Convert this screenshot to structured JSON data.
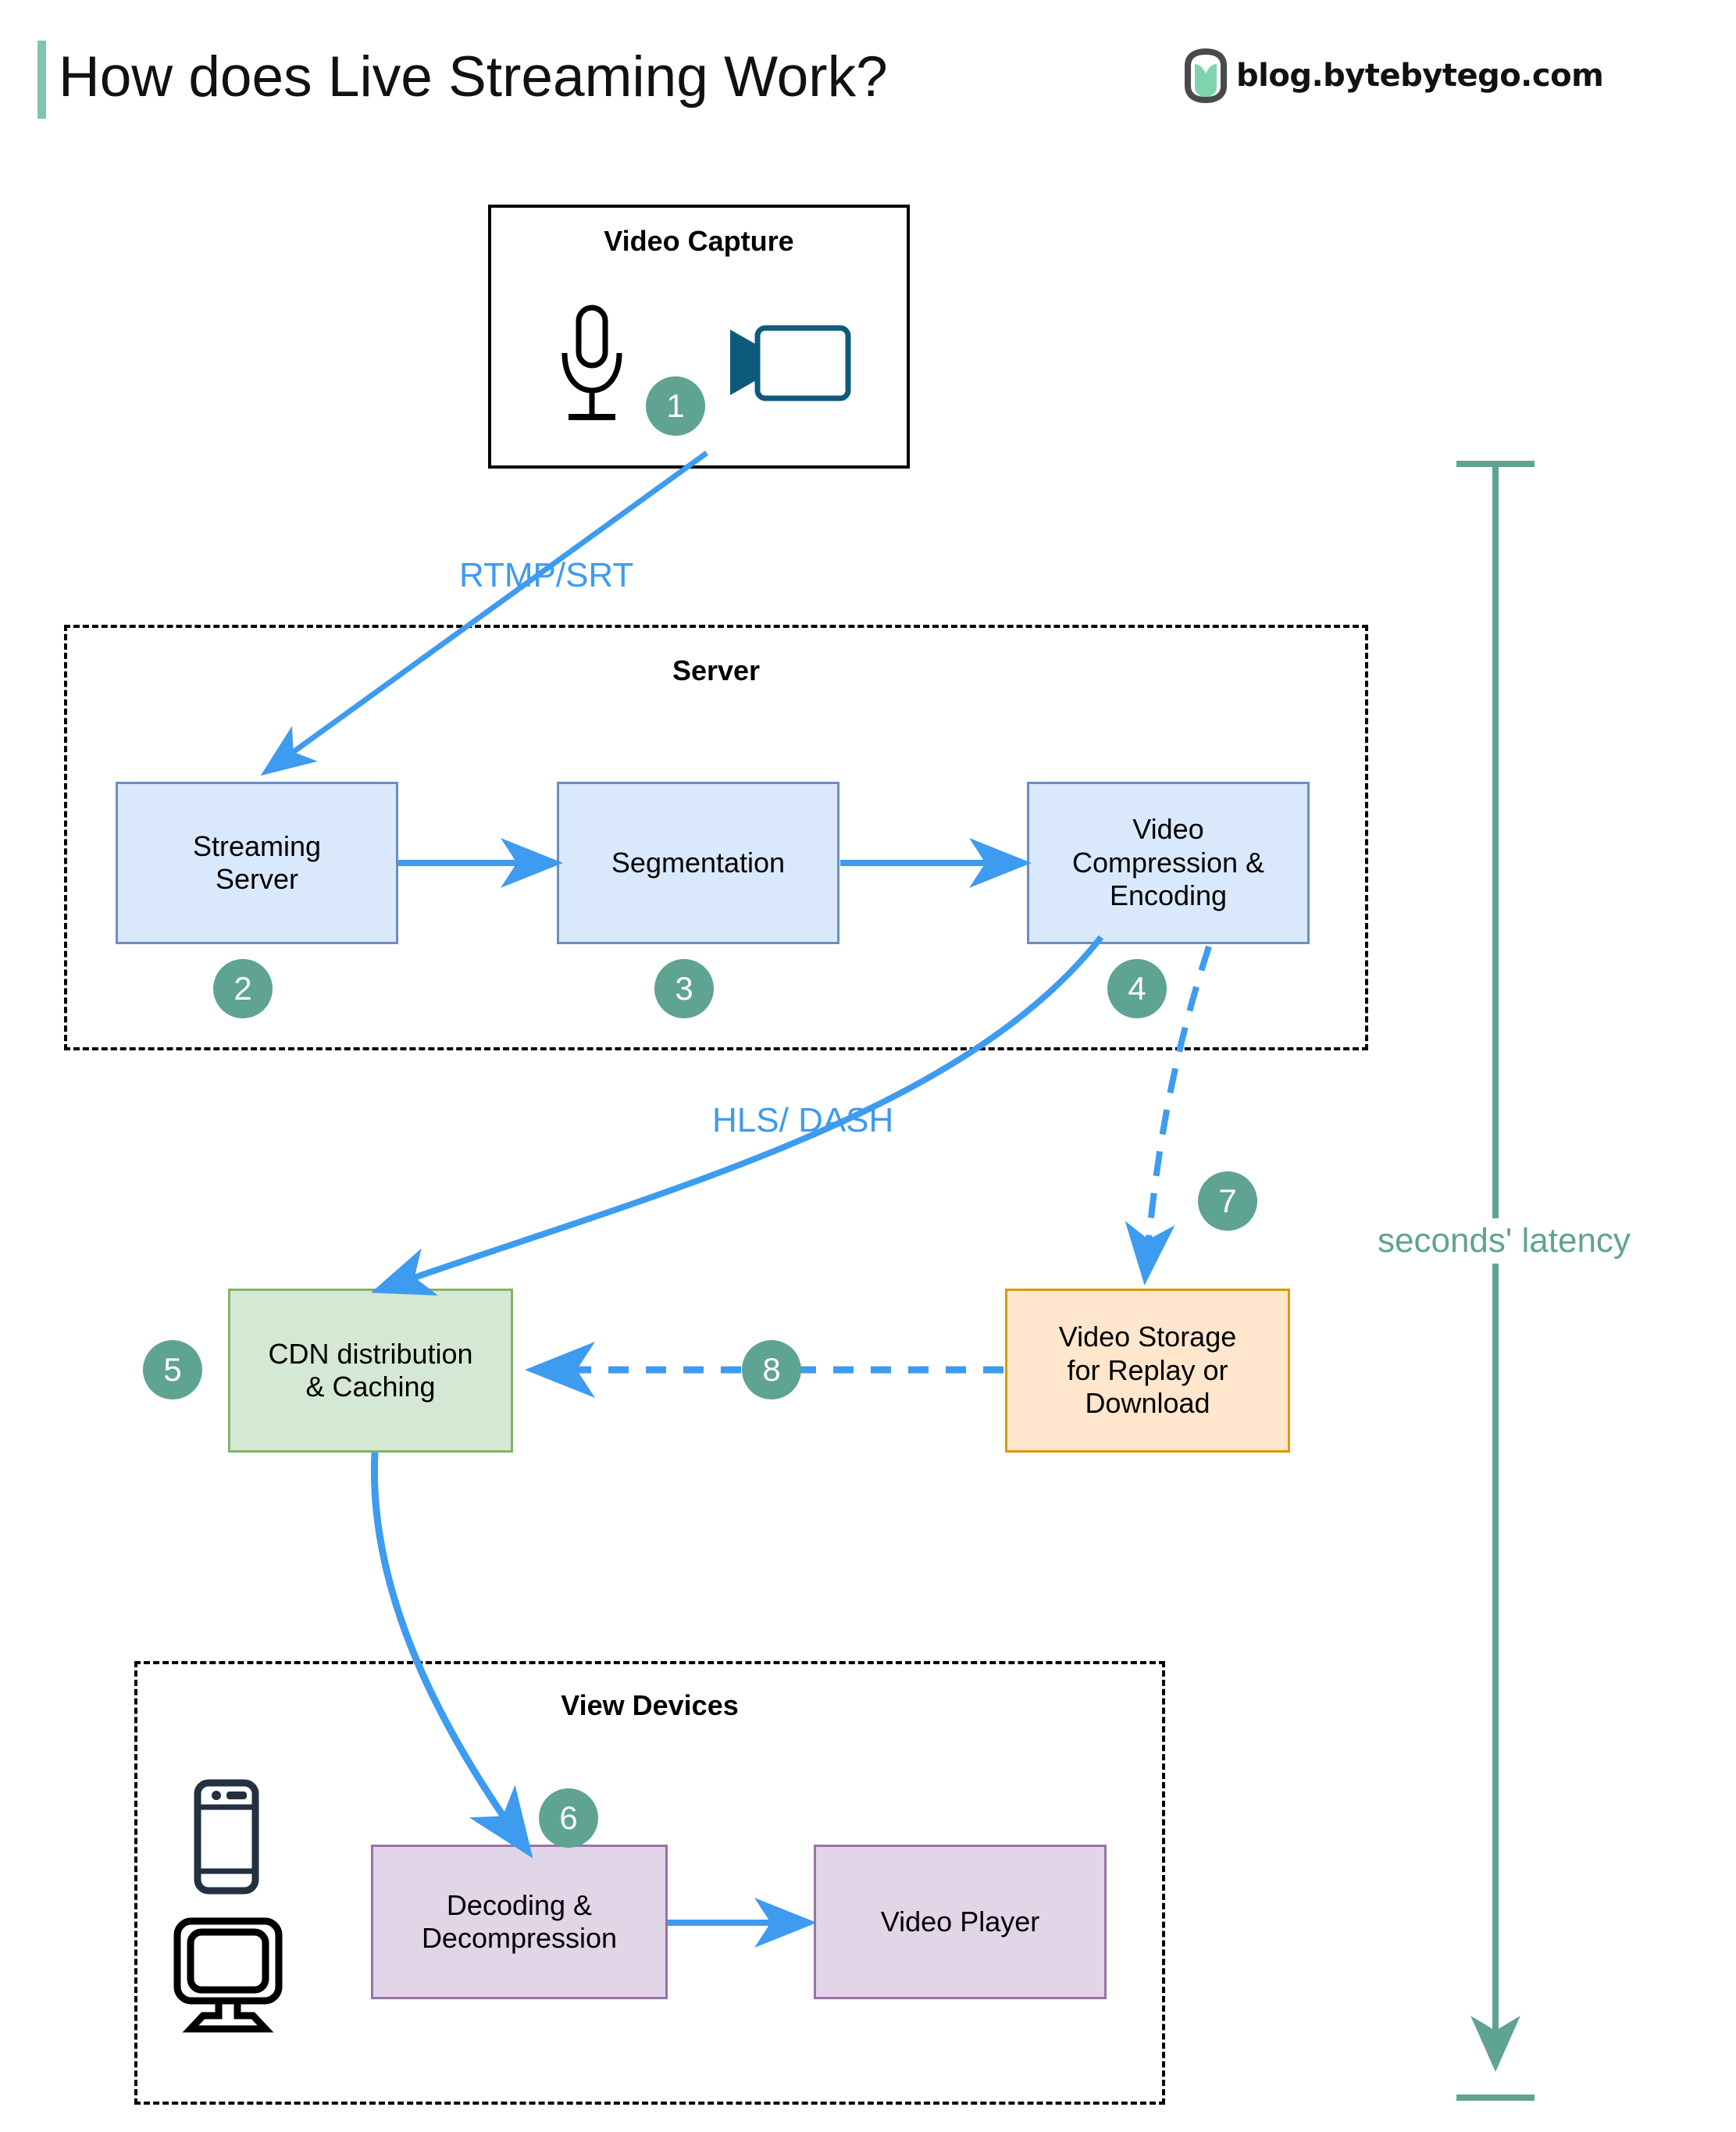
{
  "header": {
    "title": "How does Live Streaming Work?",
    "brand_text": "blog.bytebytego.com",
    "accent_color": "#7FC6AC"
  },
  "colors": {
    "badge": "#5FA392",
    "edge_blue": "#3D9BF0",
    "blue_fill": "#DAE8FC",
    "blue_stroke": "#6C8EBF",
    "green_fill": "#D5E8D4",
    "green_stroke": "#82B366",
    "orange_fill": "#FFE6CC",
    "orange_stroke": "#D79B00",
    "purple_fill": "#E1D5E7",
    "purple_stroke": "#9673A6",
    "latency_green": "#5FA392",
    "camera_icon": "#0E5A7D"
  },
  "groups": {
    "capture": {
      "title": "Video Capture"
    },
    "server": {
      "title": "Server"
    },
    "view_devices": {
      "title": "View Devices"
    }
  },
  "nodes": {
    "streaming_server": {
      "label_line1": "Streaming",
      "label_line2": "Server"
    },
    "segmentation": {
      "label_line1": "Segmentation"
    },
    "video_compression": {
      "label_line1": "Video",
      "label_line2": "Compression &",
      "label_line3": "Encoding"
    },
    "cdn": {
      "label_line1": "CDN distribution",
      "label_line2": "& Caching"
    },
    "video_storage": {
      "label_line1": "Video Storage",
      "label_line2": "for Replay or",
      "label_line3": "Download"
    },
    "decoding": {
      "label_line1": "Decoding &",
      "label_line2": "Decompression"
    },
    "video_player": {
      "label_line1": "Video Player"
    }
  },
  "badges": {
    "one": "1",
    "two": "2",
    "three": "3",
    "four": "4",
    "five": "5",
    "six": "6",
    "seven": "7",
    "eight": "8"
  },
  "edge_labels": {
    "rtmp_srt": "RTMP/SRT",
    "hls": "HLS/",
    "dash": "DASH"
  },
  "annotations": {
    "latency": "seconds' latency"
  },
  "icons": {
    "microphone": "microphone-icon",
    "video_camera": "video-camera-icon",
    "mobile_phone": "mobile-phone-icon",
    "desktop_monitor": "desktop-monitor-icon",
    "logo": "bytebytego-logo-icon"
  }
}
